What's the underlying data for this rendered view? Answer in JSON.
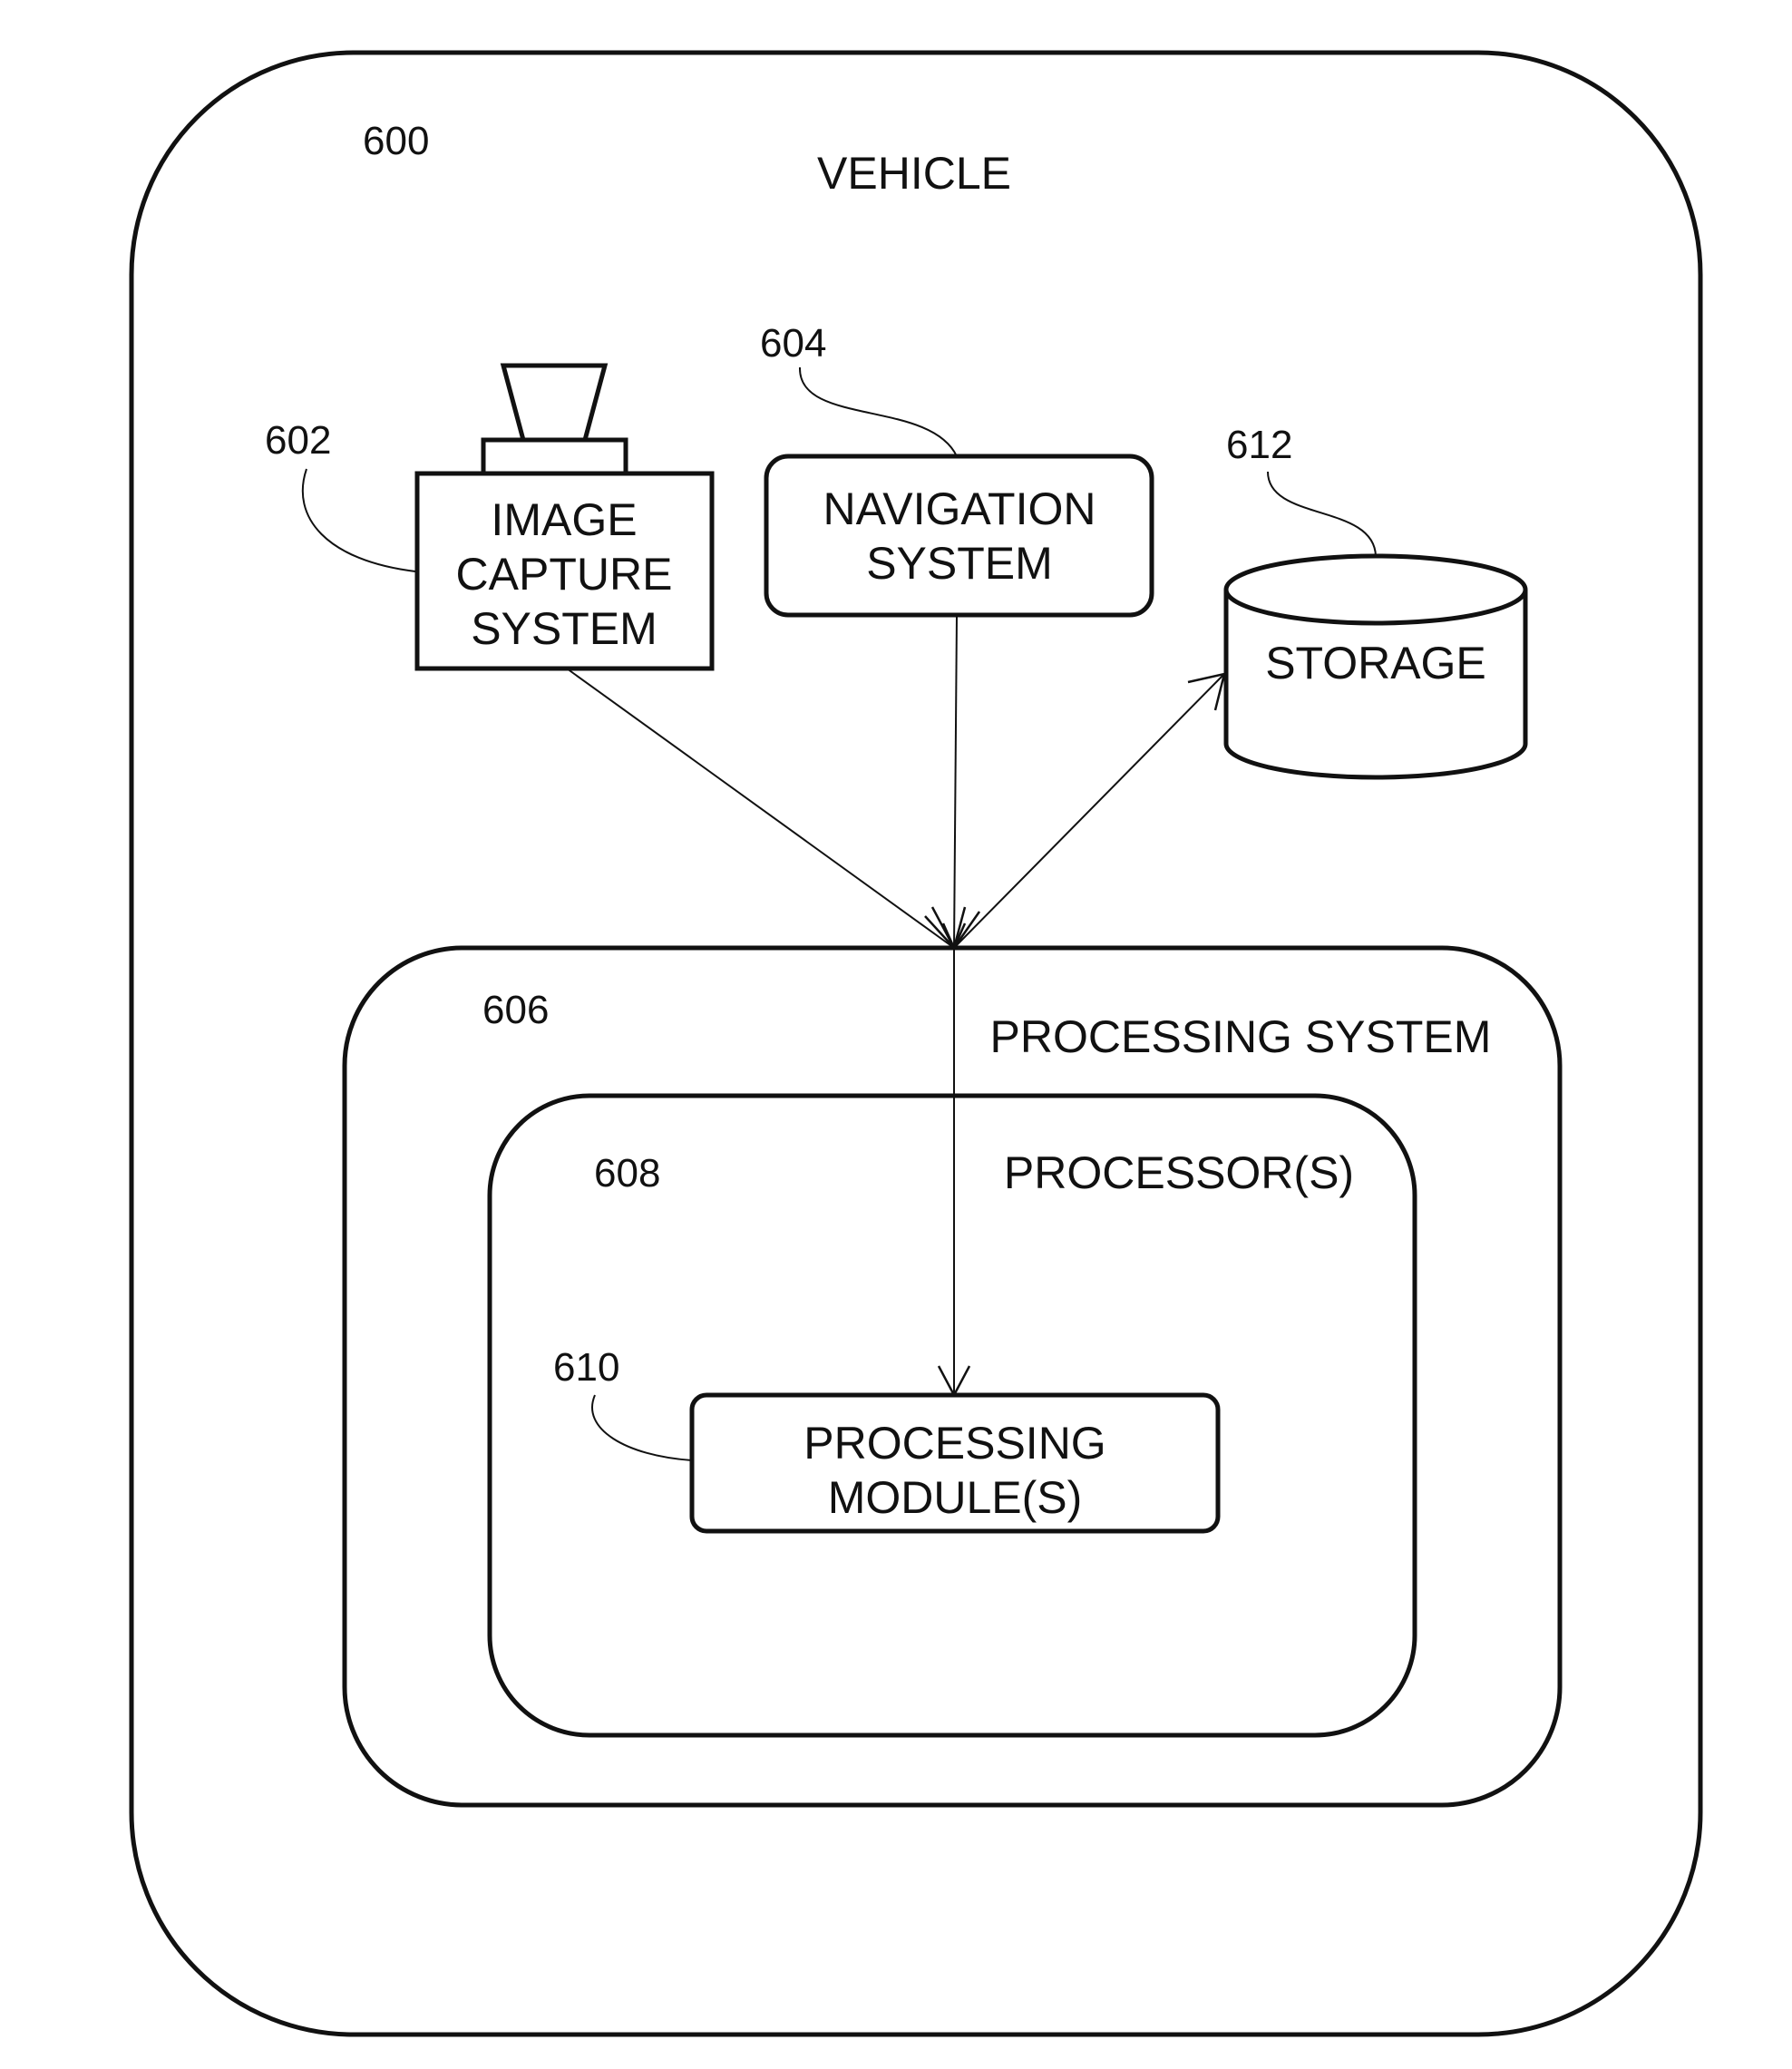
{
  "vehicle": {
    "ref": "600",
    "title": "VEHICLE"
  },
  "image_capture": {
    "ref": "602",
    "lines": [
      "IMAGE",
      "CAPTURE",
      "SYSTEM"
    ]
  },
  "navigation": {
    "ref": "604",
    "lines": [
      "NAVIGATION",
      "SYSTEM"
    ]
  },
  "processing_system": {
    "ref": "606",
    "title": "PROCESSING SYSTEM"
  },
  "processors": {
    "ref": "608",
    "title": "PROCESSOR(S)"
  },
  "processing_module": {
    "ref": "610",
    "lines": [
      "PROCESSING",
      "MODULE(S)"
    ]
  },
  "storage": {
    "ref": "612",
    "title": "STORAGE"
  }
}
